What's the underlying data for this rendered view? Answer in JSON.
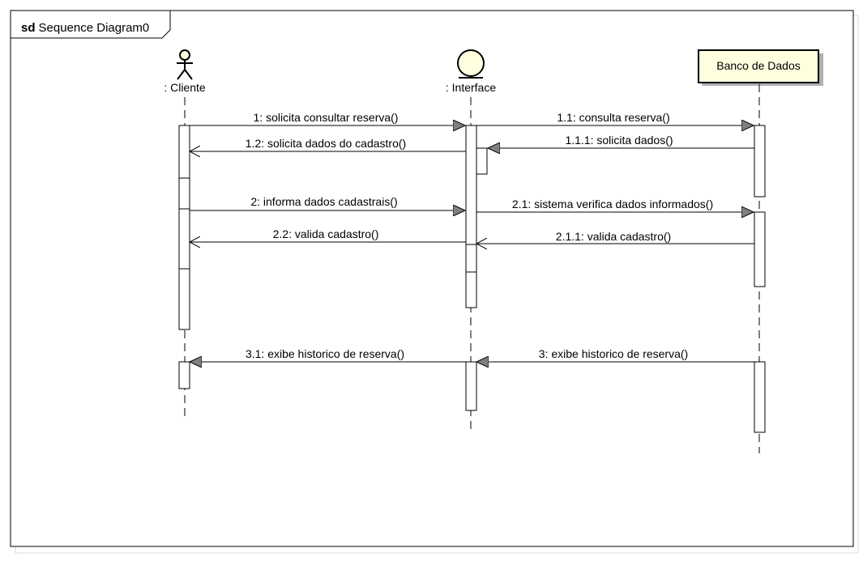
{
  "frame": {
    "keyword": "sd",
    "name": "Sequence Diagram0"
  },
  "lifelines": [
    {
      "id": "cliente",
      "label": ": Cliente",
      "kind": "actor"
    },
    {
      "id": "interface",
      "label": ": Interface",
      "kind": "boundary"
    },
    {
      "id": "banco",
      "label": "Banco de Dados",
      "kind": "object"
    }
  ],
  "messages": [
    {
      "label": "1: solicita consultar reserva()",
      "from": "cliente",
      "to": "interface",
      "type": "sync"
    },
    {
      "label": "1.1: consulta reserva()",
      "from": "interface",
      "to": "banco",
      "type": "sync"
    },
    {
      "label": "1.1.1: solicita dados()",
      "from": "banco",
      "to": "interface",
      "type": "sync"
    },
    {
      "label": "1.2: solicita dados do cadastro()",
      "from": "interface",
      "to": "cliente",
      "type": "reply"
    },
    {
      "label": "2: informa dados cadastrais()",
      "from": "cliente",
      "to": "interface",
      "type": "sync"
    },
    {
      "label": "2.1: sistema verifica dados informados()",
      "from": "interface",
      "to": "banco",
      "type": "sync"
    },
    {
      "label": "2.2: valida cadastro()",
      "from": "interface",
      "to": "cliente",
      "type": "reply"
    },
    {
      "label": "2.1.1: valida cadastro()",
      "from": "banco",
      "to": "interface",
      "type": "reply"
    },
    {
      "label": "3.1: exibe historico de reserva()",
      "from": "interface",
      "to": "cliente",
      "type": "sync"
    },
    {
      "label": "3: exibe historico de reserva()",
      "from": "banco",
      "to": "interface",
      "type": "sync"
    }
  ],
  "colors": {
    "line": "#000000",
    "note_fill": "#ffffe0",
    "actor_fill": "#ffffe0",
    "arrow_fill": "#808080"
  }
}
